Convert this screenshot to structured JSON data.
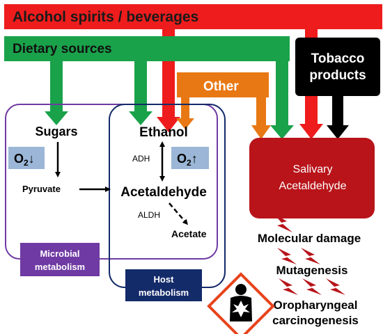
{
  "sources": {
    "alcohol": "Alcohol spirits / beverages",
    "dietary": "Dietary sources",
    "tobacco_line1": "Tobacco",
    "tobacco_line2": "products",
    "other": "Other"
  },
  "nodes": {
    "sugars": "Sugars",
    "pyruvate": "Pyruvate",
    "ethanol": "Ethanol",
    "acetaldehyde": "Acetaldehyde",
    "acetate": "Acetate",
    "adh": "ADH",
    "aldh": "ALDH",
    "o2_down": "O",
    "o2_down_sub": "2",
    "o2_down_arrow": "↓",
    "o2_up": "O",
    "o2_up_sub": "2",
    "o2_up_arrow": "↑",
    "salivary_line1": "Salivary",
    "salivary_line2": "Acetaldehyde"
  },
  "labels": {
    "microbial_line1": "Microbial",
    "microbial_line2": "metabolism",
    "host_line1": "Host",
    "host_line2": "metabolism"
  },
  "effects": {
    "molecular_damage": "Molecular damage",
    "mutagenesis": "Mutagenesis",
    "carcinogenesis_line1": "Oropharyngeal",
    "carcinogenesis_line2": "carcinogenesis"
  },
  "hazard_icon": "health-hazard-icon",
  "colors": {
    "alcohol": "#ee1c1c",
    "dietary": "#1aa24a",
    "tobacco": "#000000",
    "other": "#e87814",
    "salivary": "#b8141a",
    "microbial_box": "#6f3aa3",
    "host_box": "#142b6a",
    "o2_box": "#9bb6d6",
    "lightning": "#b8141a",
    "hazard_border": "#e8431c"
  }
}
